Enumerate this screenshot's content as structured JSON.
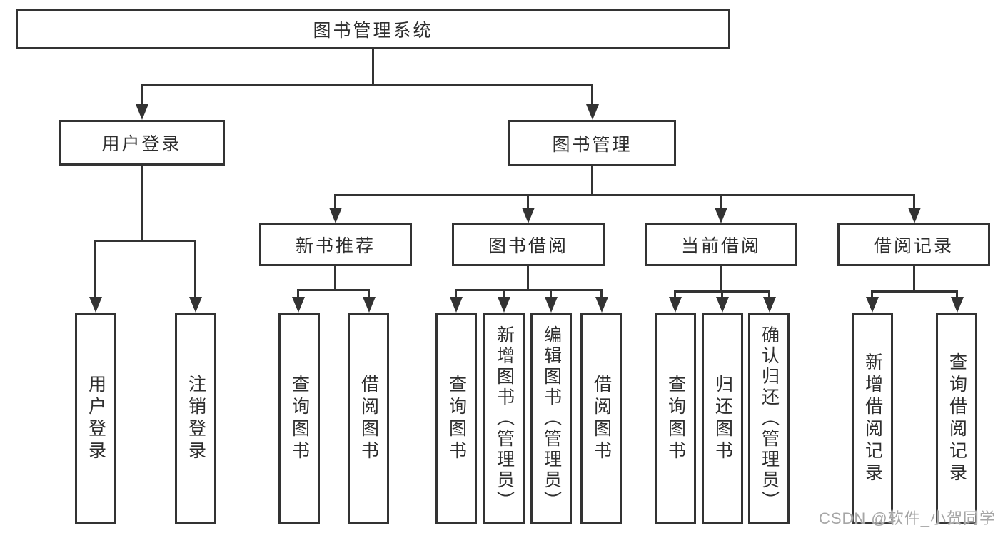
{
  "diagram": {
    "root": {
      "label": "图书管理系统"
    },
    "level2": {
      "user_login": {
        "label": "用户登录"
      },
      "book_mgmt": {
        "label": "图书管理"
      }
    },
    "level3": {
      "new_books": {
        "label": "新书推荐"
      },
      "book_borrow": {
        "label": "图书借阅"
      },
      "current_borrow": {
        "label": "当前借阅"
      },
      "borrow_records": {
        "label": "借阅记录"
      }
    },
    "leaves": [
      {
        "label": "用户登录"
      },
      {
        "label": "注销登录"
      },
      {
        "label": "查询图书"
      },
      {
        "label": "借阅图书"
      },
      {
        "label": "查询图书"
      },
      {
        "label": "新增图书（管理员）"
      },
      {
        "label": "编辑图书（管理员）"
      },
      {
        "label": "借阅图书"
      },
      {
        "label": "查询图书"
      },
      {
        "label": "归还图书"
      },
      {
        "label": "确认归还（管理员）"
      },
      {
        "label": "新增借阅记录"
      },
      {
        "label": "查询借阅记录"
      }
    ]
  },
  "watermark": {
    "text": "CSDN @软件_小贺同学"
  },
  "colors": {
    "line": "#333333",
    "text": "#2e2e2e",
    "watermark": "#a6a6a6",
    "background": "#ffffff"
  }
}
